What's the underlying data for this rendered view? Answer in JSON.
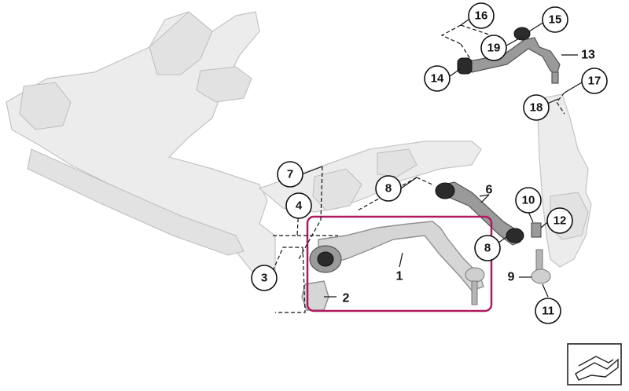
{
  "diagram": {
    "callouts": [
      {
        "id": "c1",
        "label": "1",
        "style": "plain"
      },
      {
        "id": "c2",
        "label": "2",
        "style": "plain"
      },
      {
        "id": "c3",
        "label": "3",
        "style": "circle"
      },
      {
        "id": "c4",
        "label": "4",
        "style": "circle"
      },
      {
        "id": "c6",
        "label": "6",
        "style": "plain"
      },
      {
        "id": "c7",
        "label": "7",
        "style": "circle"
      },
      {
        "id": "c8a",
        "label": "8",
        "style": "circle"
      },
      {
        "id": "c8b",
        "label": "8",
        "style": "circle"
      },
      {
        "id": "c9",
        "label": "9",
        "style": "plain"
      },
      {
        "id": "c10",
        "label": "10",
        "style": "circle"
      },
      {
        "id": "c11",
        "label": "11",
        "style": "circle"
      },
      {
        "id": "c12",
        "label": "12",
        "style": "circle"
      },
      {
        "id": "c13",
        "label": "13",
        "style": "plain"
      },
      {
        "id": "c14",
        "label": "14",
        "style": "circle"
      },
      {
        "id": "c15",
        "label": "15",
        "style": "circle"
      },
      {
        "id": "c16",
        "label": "16",
        "style": "circle"
      },
      {
        "id": "c17",
        "label": "17",
        "style": "circle"
      },
      {
        "id": "c18",
        "label": "18",
        "style": "circle"
      },
      {
        "id": "c19",
        "label": "19",
        "style": "circle"
      }
    ],
    "highlight_color": "#b0195f",
    "nav_icon": "page-flip-icon"
  }
}
